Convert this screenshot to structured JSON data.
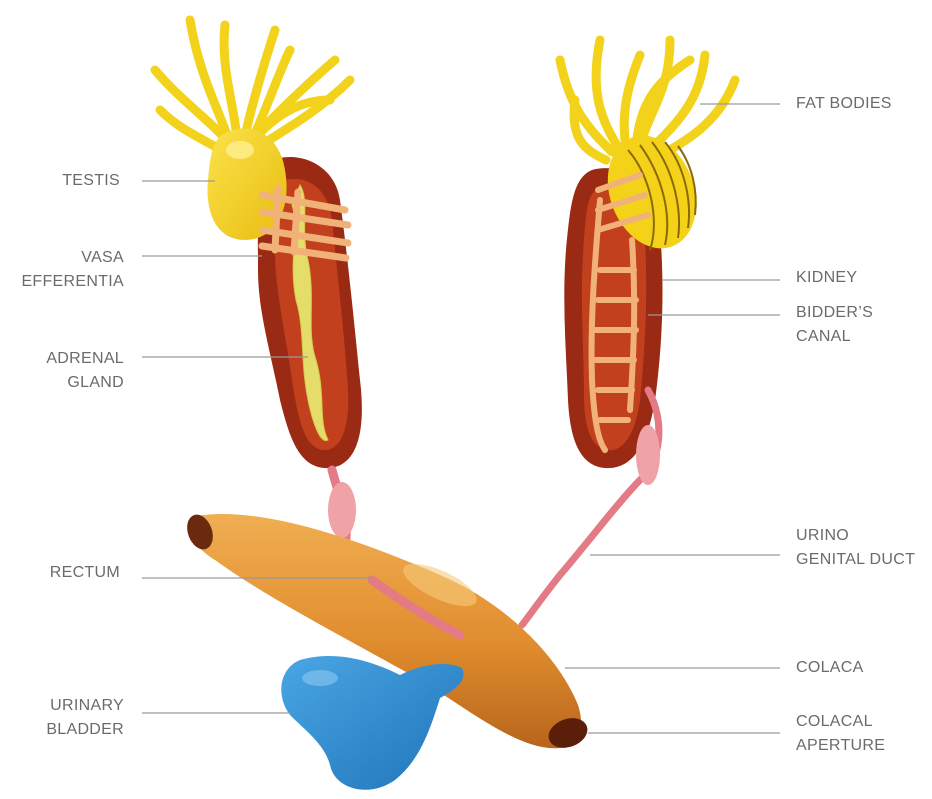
{
  "labels": {
    "testis": [
      "TESTIS"
    ],
    "vasa_efferentia": [
      "VASA",
      "EFFERENTIA"
    ],
    "adrenal_gland": [
      "ADRENAL",
      "GLAND"
    ],
    "rectum": [
      "RECTUM"
    ],
    "urinary_bladder": [
      "URINARY",
      "BLADDER"
    ],
    "fat_bodies": [
      "FAT BODIES"
    ],
    "kidney": [
      "KIDNEY"
    ],
    "bidders_canal": [
      "BIDDER’S",
      "CANAL"
    ],
    "urino_genital_duct": [
      "URINO",
      "GENITAL DUCT"
    ],
    "colaca": [
      "COLACA"
    ],
    "colacal_aperture": [
      "COLACAL",
      "APERTURE"
    ]
  },
  "colors": {
    "fat_bodies": "#f2d21b",
    "testis": "#f4d21a",
    "kidney": "#9a2a14",
    "kidney_inner": "#c2401d",
    "adrenal": "#e4dd6a",
    "vasa": "#f1b27a",
    "duct": "#e37a84",
    "rectum": "#e49a3e",
    "bladder": "#2f8fd3",
    "label_text": "#6b6b6b"
  }
}
